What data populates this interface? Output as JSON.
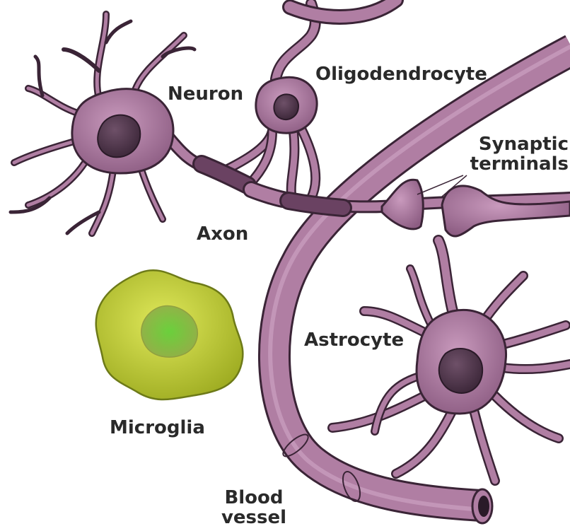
{
  "labels": {
    "neuron": "Neuron",
    "oligodendrocyte": "Oligodendrocyte",
    "synaptic_terminals_line1": "Synaptic",
    "synaptic_terminals_line2": "terminals",
    "axon": "Axon",
    "astrocyte": "Astrocyte",
    "microglia": "Microglia",
    "blood_vessel_line1": "Blood",
    "blood_vessel_line2": "vessel"
  },
  "colors": {
    "cell_fill": "#b07ea3",
    "cell_outline": "#3a2436",
    "nucleus": "#4a3347",
    "myelin": "#5e3a57",
    "microglia_fill": "#c8d42e",
    "microglia_core": "#7fcf3a"
  }
}
